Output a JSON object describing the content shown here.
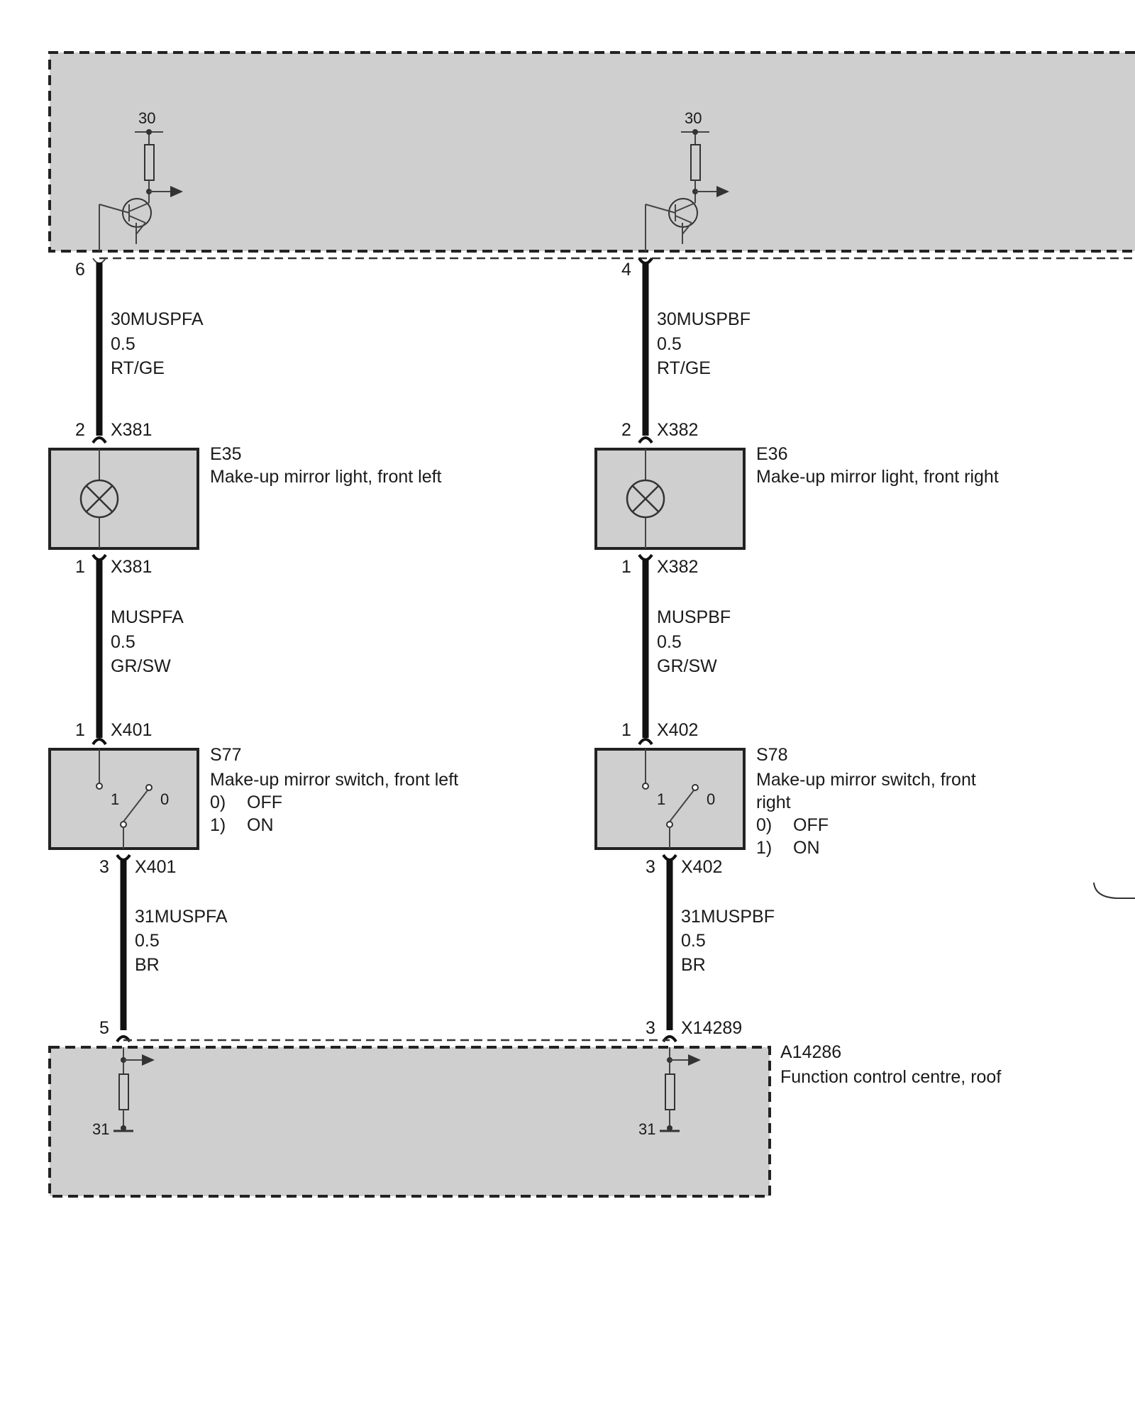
{
  "control_unit_top": {
    "supply_label_left": "30",
    "supply_label_right": "30"
  },
  "left_chain": {
    "pin_top": "6",
    "wire1": {
      "name": "30MUSPFA",
      "size": "0.5",
      "color": "RT/GE"
    },
    "conn1_pin": "2",
    "conn1_name": "X381",
    "lamp": {
      "id": "E35",
      "desc": "Make-up mirror light, front left"
    },
    "conn2_pin": "1",
    "conn2_name": "X381",
    "wire2": {
      "name": "MUSPFA",
      "size": "0.5",
      "color": "GR/SW"
    },
    "conn3_pin": "1",
    "conn3_name": "X401",
    "switch": {
      "id": "S77",
      "desc": "Make-up mirror switch, front left",
      "pos0": "0)",
      "pos0_label": "OFF",
      "pos1": "1)",
      "pos1_label": "ON",
      "contact_1": "1",
      "contact_0": "0"
    },
    "conn4_pin": "3",
    "conn4_name": "X401",
    "wire3": {
      "name": "31MUSPFA",
      "size": "0.5",
      "color": "BR"
    },
    "pin_bottom": "5",
    "ground_label": "31"
  },
  "right_chain": {
    "pin_top": "4",
    "wire1": {
      "name": "30MUSPBF",
      "size": "0.5",
      "color": "RT/GE"
    },
    "conn1_pin": "2",
    "conn1_name": "X382",
    "lamp": {
      "id": "E36",
      "desc": "Make-up mirror light, front right"
    },
    "conn2_pin": "1",
    "conn2_name": "X382",
    "wire2": {
      "name": "MUSPBF",
      "size": "0.5",
      "color": "GR/SW"
    },
    "conn3_pin": "1",
    "conn3_name": "X402",
    "switch": {
      "id": "S78",
      "desc_line1": "Make-up mirror switch, front",
      "desc_line2": "right",
      "pos0": "0)",
      "pos0_label": "OFF",
      "pos1": "1)",
      "pos1_label": "ON",
      "contact_1": "1",
      "contact_0": "0"
    },
    "conn4_pin": "3",
    "conn4_name": "X402",
    "wire3": {
      "name": "31MUSPBF",
      "size": "0.5",
      "color": "BR"
    },
    "pin_bottom": "3",
    "bottom_connector": "X14289",
    "ground_label": "31"
  },
  "control_unit_bottom": {
    "id": "A14286",
    "desc": "Function control centre, roof"
  },
  "colors": {
    "module_fill": "#cfcfcf",
    "wire": "#111111",
    "outline": "#222222"
  }
}
